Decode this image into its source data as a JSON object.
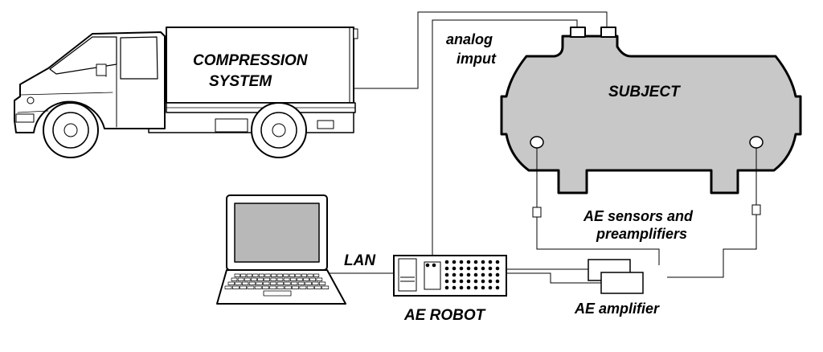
{
  "labels": {
    "compression_line1": "COMPRESSION",
    "compression_line2": "SYSTEM",
    "analog_line1": "analog",
    "analog_line2": "imput",
    "subject": "SUBJECT",
    "ae_sensors_line1": "AE sensors and",
    "ae_sensors_line2": "preamplifiers",
    "lan": "LAN",
    "ae_robot": "AE ROBOT",
    "ae_amplifier": "AE amplifier"
  },
  "colors": {
    "tank_fill": "#c8c8c8",
    "screen_fill": "#b8b8b8",
    "line": "#000000"
  }
}
